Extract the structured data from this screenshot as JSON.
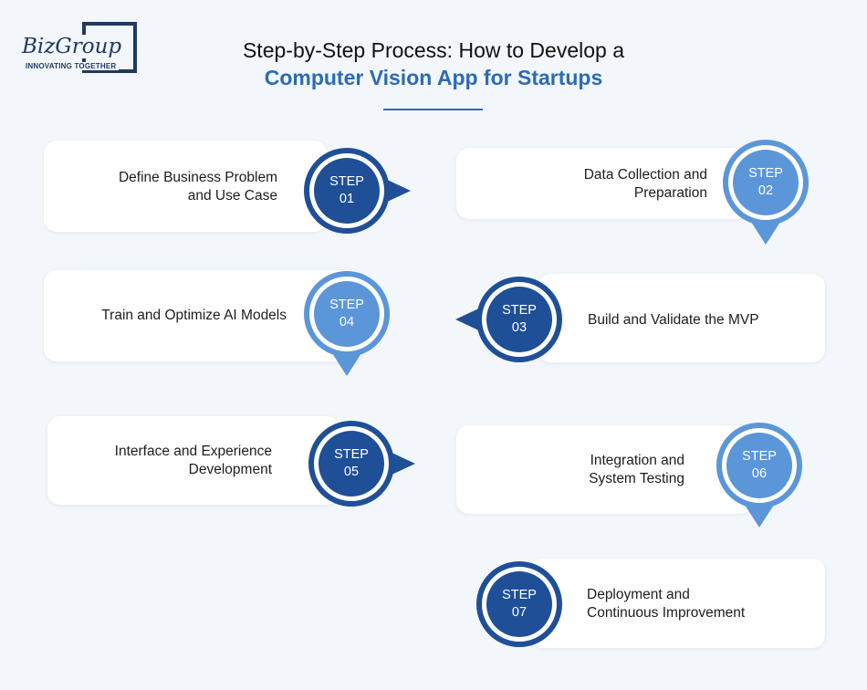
{
  "brand": {
    "name": "BizGroup",
    "tagline": "INNOVATING TOGETHER"
  },
  "header": {
    "title_line1": "Step-by-Step Process: How to Develop a",
    "title_line2": "Computer Vision App for Startups"
  },
  "colors": {
    "dark_step": "#1f4f96",
    "light_step": "#5b96d8",
    "accent": "#2a6cb5"
  },
  "steps": [
    {
      "label": "STEP",
      "number": "01",
      "lines": [
        "Define Business Problem",
        "and Use Case"
      ],
      "arrow": "right"
    },
    {
      "label": "STEP",
      "number": "02",
      "lines": [
        "Data Collection and",
        "Preparation"
      ],
      "arrow": "down"
    },
    {
      "label": "STEP",
      "number": "03",
      "lines": [
        "Build and Validate the MVP"
      ],
      "arrow": "left"
    },
    {
      "label": "STEP",
      "number": "04",
      "lines": [
        "Train and Optimize AI Models"
      ],
      "arrow": "down"
    },
    {
      "label": "STEP",
      "number": "05",
      "lines": [
        "Interface and Experience",
        "Development"
      ],
      "arrow": "right"
    },
    {
      "label": "STEP",
      "number": "06",
      "lines": [
        "Integration and",
        "System Testing"
      ],
      "arrow": "down"
    },
    {
      "label": "STEP",
      "number": "07",
      "lines": [
        "Deployment and",
        "Continuous Improvement"
      ],
      "arrow": "none"
    }
  ]
}
